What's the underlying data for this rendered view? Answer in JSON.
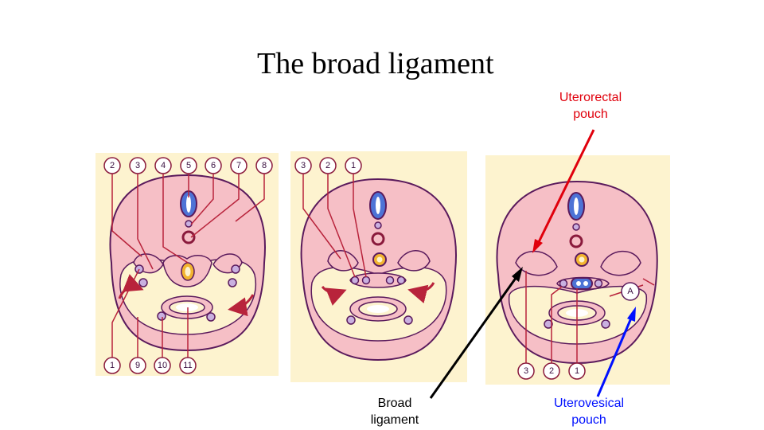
{
  "title": "The broad ligament",
  "labels": {
    "uterorectal": "Uterorectal\n pouch",
    "broad": "Broad\nligament",
    "uterovesical": "Uterovesical\npouch"
  },
  "panel1": {
    "top_numbers": [
      "2",
      "3",
      "4",
      "5",
      "6",
      "7",
      "8"
    ],
    "bottom_numbers": [
      "1",
      "9",
      "10",
      "11"
    ]
  },
  "panel2": {
    "top_numbers": [
      "3",
      "2",
      "1"
    ]
  },
  "panel3": {
    "bottom_numbers": [
      "3",
      "2",
      "1"
    ],
    "marker": "A"
  },
  "colors": {
    "background_panel": "#fdf3cf",
    "peritoneum_pink": "#f6bfc6",
    "outline": "#5a1a5c",
    "pointer_red": "#e0000c",
    "pointer_blue": "#0010ff",
    "leader_red": "#b8233b"
  }
}
